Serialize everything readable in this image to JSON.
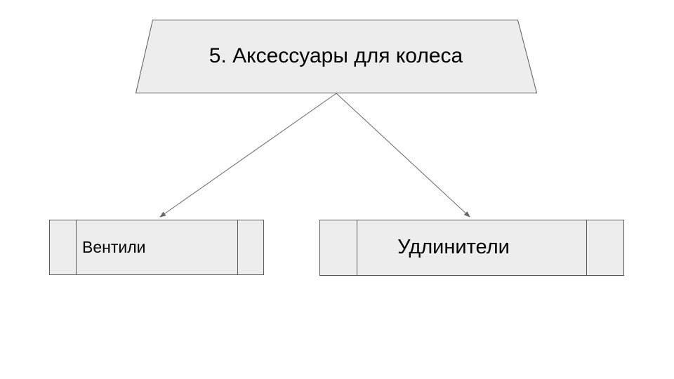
{
  "diagram": {
    "root": {
      "label": "5. Аксессуары для колеса",
      "shape": "trapezoid"
    },
    "children": [
      {
        "label": "Вентили",
        "shape": "predefined-process"
      },
      {
        "label": "Удлинители",
        "shape": "predefined-process"
      }
    ],
    "connectors": [
      {
        "from": "root",
        "to": "Вентили",
        "style": "arrow"
      },
      {
        "from": "root",
        "to": "Удлинители",
        "style": "arrow"
      }
    ],
    "colors": {
      "canvas_bg": "#ffffff",
      "shape_fill": "#ededed",
      "shape_stroke": "#595959",
      "connector_stroke": "#666666",
      "text_color": "#000000"
    }
  }
}
